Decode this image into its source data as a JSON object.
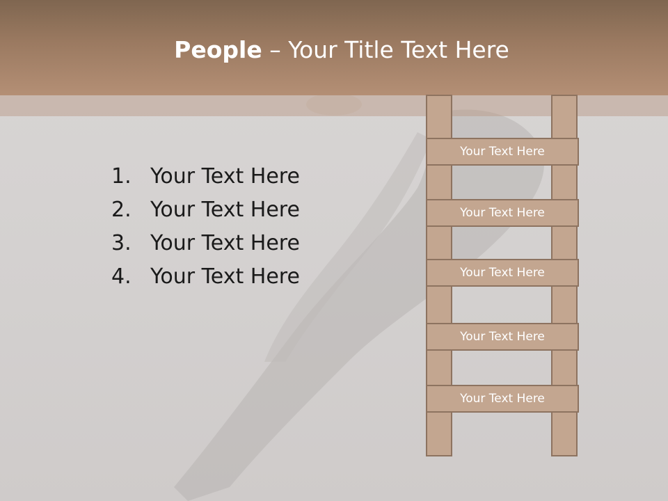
{
  "slide": {
    "title_bold": "People",
    "title_rest": " – Your Title Text Here",
    "list": [
      {
        "number": "1.",
        "text": "Your Text Here"
      },
      {
        "number": "2.",
        "text": "Your Text Here"
      },
      {
        "number": "3.",
        "text": "Your Text Here"
      },
      {
        "number": "4.",
        "text": "Your Text Here"
      }
    ],
    "ladder": {
      "rungs": [
        "Your Text Here",
        "Your Text Here",
        "Your Text Here",
        "Your Text Here",
        "Your Text Here"
      ]
    }
  },
  "colors": {
    "header_top": "#7f6650",
    "header_bottom": "#b48f75",
    "ladder_fill": "#c3a690",
    "ladder_border": "#8d7360",
    "background": "#d6d3d2"
  }
}
